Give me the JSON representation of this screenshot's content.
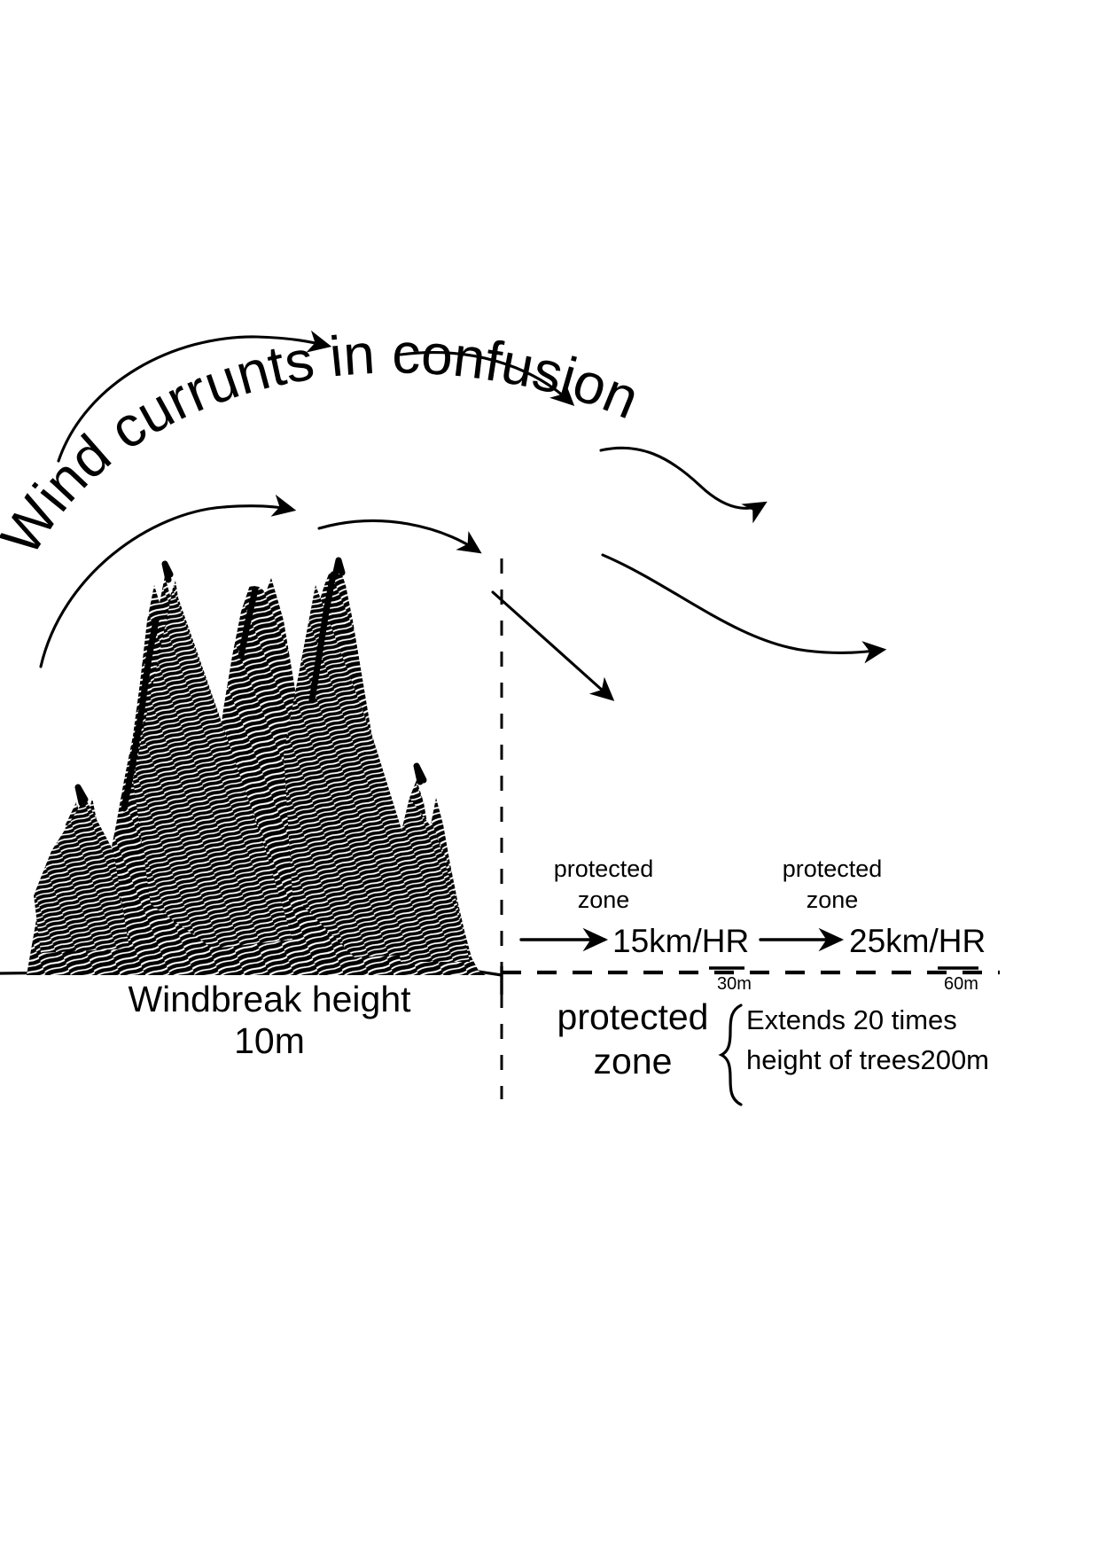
{
  "diagram": {
    "title_text": "Wind currunts in confusion",
    "type": "windbreak-shelterbelt-diagram",
    "background_color": "#ffffff",
    "ink_color": "#000000"
  },
  "labels": {
    "windbreak_height_line1": "Windbreak height",
    "windbreak_height_line2": "10m",
    "protected_zone_1_line1": "protected",
    "protected_zone_1_line2": "zone",
    "protected_zone_2_line1": "protected",
    "protected_zone_2_line2": "zone",
    "speed_1": "15km/HR",
    "speed_2": "25km/HR",
    "distance_1": "30m",
    "distance_2": "60m",
    "protected_zone_big_line1": "protected",
    "protected_zone_big_line2": "zone",
    "extends_note_line1": "Extends 20 times",
    "extends_note_line2": "height of trees200m"
  },
  "curved_text": {
    "full": "Wind currunts in confusion",
    "glyphs": [
      "W",
      "i",
      "n",
      "d",
      " ",
      "c",
      "u",
      "r",
      "r",
      "u",
      "n",
      "t",
      "s",
      " ",
      "i",
      "n",
      " ",
      "c",
      "o",
      "n",
      "f",
      "u",
      "s",
      "i",
      "o",
      "n"
    ]
  },
  "icons": {
    "wind_arrow": "curved-arrow-icon",
    "ground": "ground-line-icon",
    "trees": "scribbled-conifer-trees-icon",
    "brace": "curly-brace-icon",
    "boundary": "vertical-dashed-line-icon",
    "measure": "horizontal-dashed-measure-line-icon"
  },
  "chart_data": {
    "type": "diagram",
    "title": "Wind currunts in confusion",
    "subject": "Windbreak / shelterbelt wind protection",
    "windbreak_height_m": 10,
    "protected_zone_extent_multiplier": 20,
    "protected_zone_extent_m": 200,
    "measurement_marks_m": [
      30,
      60
    ],
    "wind_speeds": [
      {
        "at_distance_m": 30,
        "speed": "15km/HR",
        "value": 15,
        "unit": "km/HR",
        "zone": "protected zone"
      },
      {
        "at_distance_m": 60,
        "speed": "25km/HR",
        "value": 25,
        "unit": "km/HR",
        "zone": "protected zone"
      }
    ],
    "annotations": [
      "Wind currunts in confusion",
      "Windbreak height 10m",
      "protected zone",
      "Extends 20 times height of trees200m"
    ]
  }
}
